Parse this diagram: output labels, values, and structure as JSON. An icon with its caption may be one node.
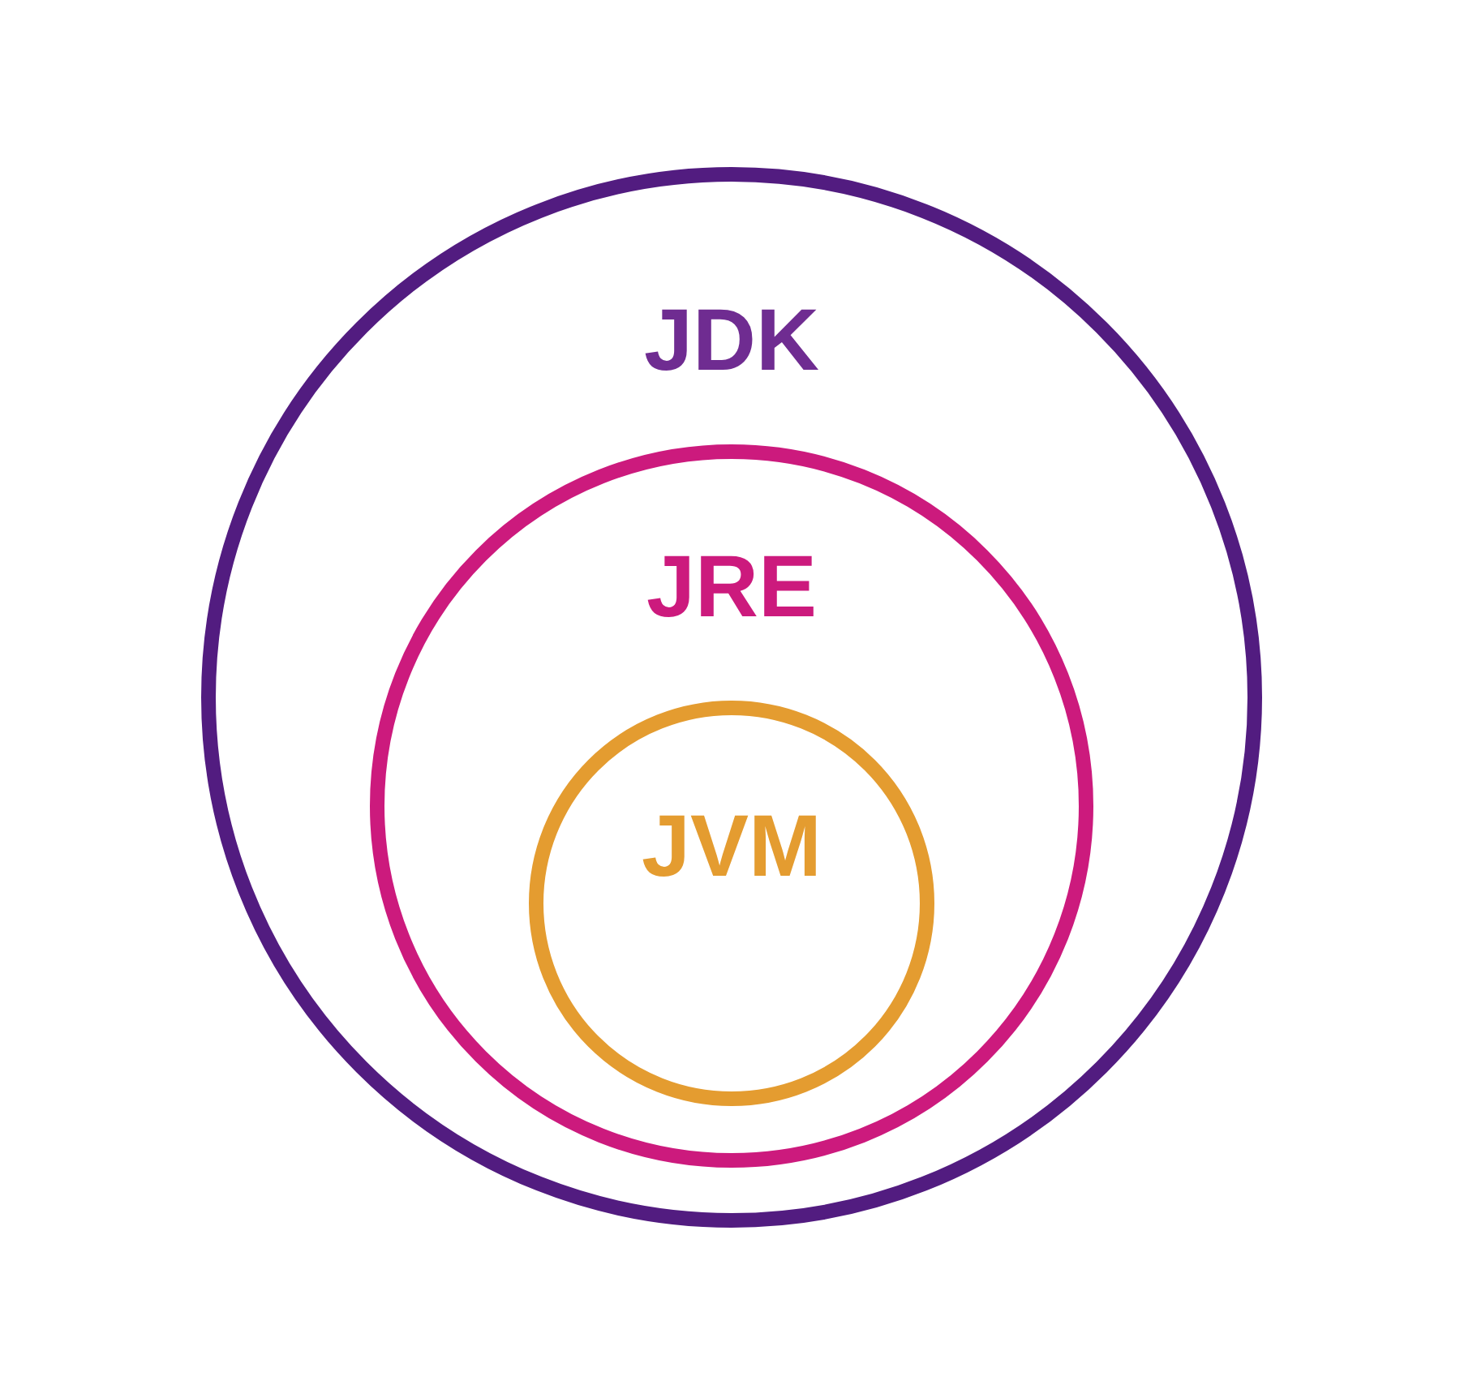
{
  "diagram": {
    "nodes": [
      {
        "text": [
          "JDK"
        ]
      },
      {
        "text": [
          "JRE"
        ],
        "in": 0
      },
      {
        "text": [
          "JVM"
        ],
        "in": 1
      }
    ]
  }
}
